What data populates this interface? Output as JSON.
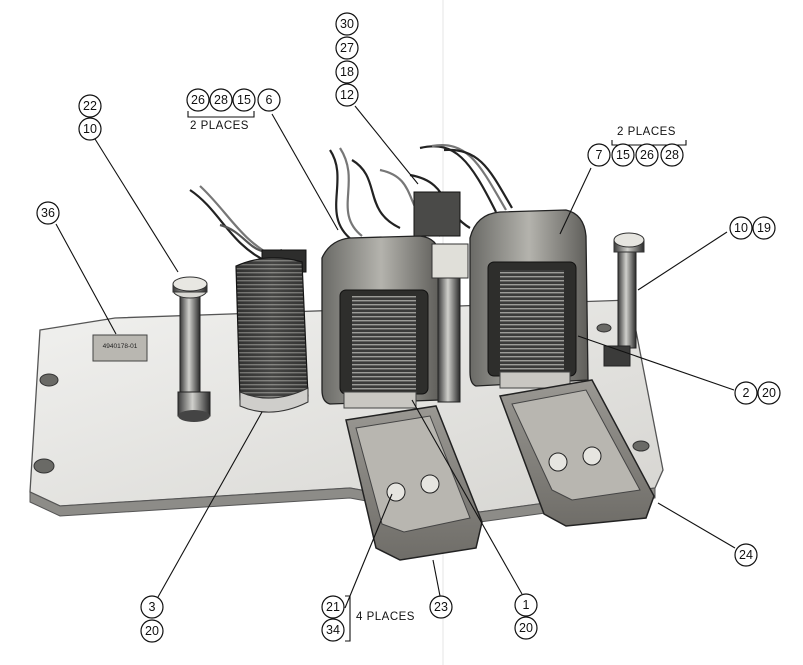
{
  "labels": {
    "l22": "22",
    "l10a": "10",
    "l36": "36",
    "l26a": "26",
    "l28a": "28",
    "l15a": "15",
    "l6": "6",
    "places_a": "2 PLACES",
    "l30": "30",
    "l27": "27",
    "l18": "18",
    "l12": "12",
    "places_b": "2 PLACES",
    "l7": "7",
    "l15b": "15",
    "l26b": "26",
    "l28b": "28",
    "l10b": "10",
    "l19": "19",
    "l2": "2",
    "l20a": "20",
    "l24": "24",
    "l3": "3",
    "l20b": "20",
    "l21": "21",
    "l34": "34",
    "places_c": "4 PLACES",
    "l23": "23",
    "l1": "1",
    "l20c": "20",
    "plate": "4940178-01"
  }
}
